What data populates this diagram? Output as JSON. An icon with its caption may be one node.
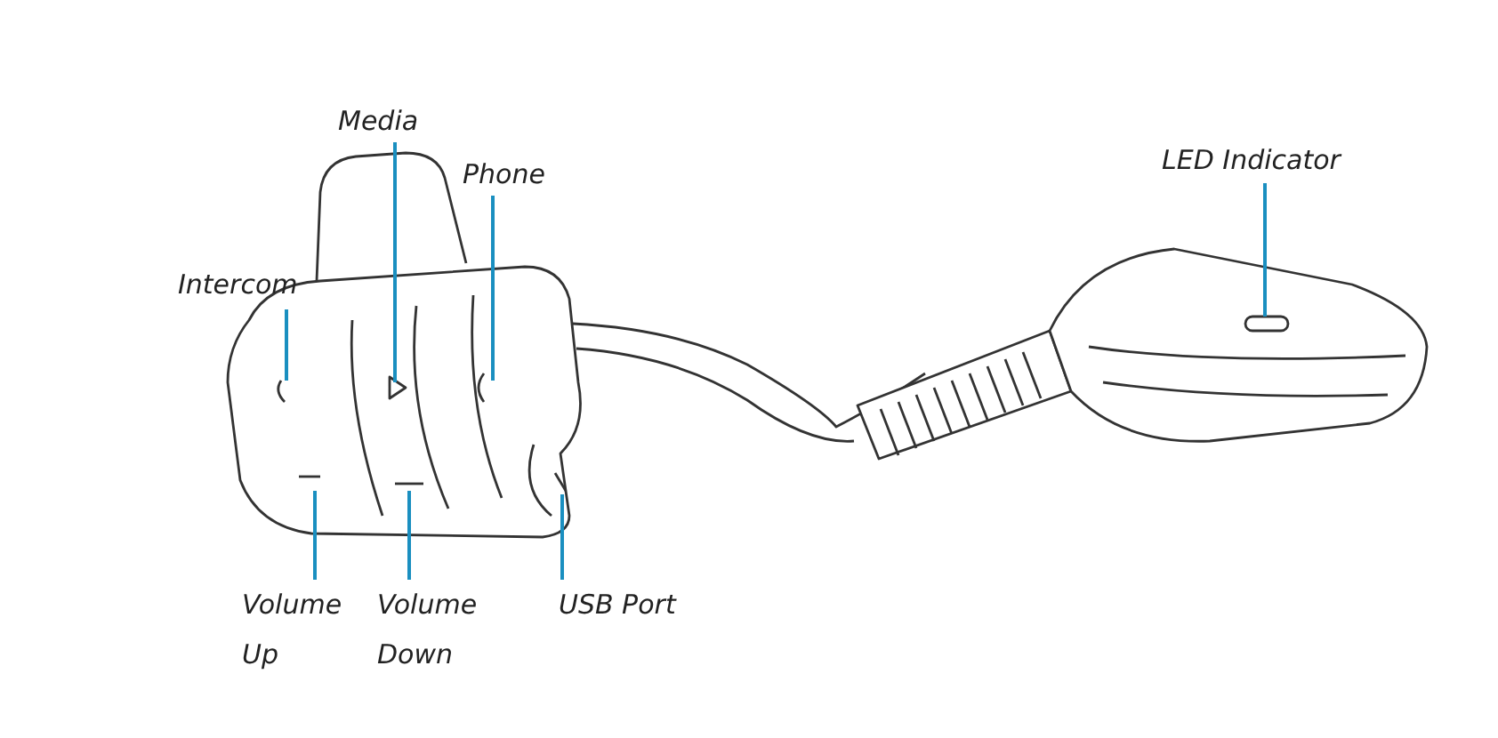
{
  "diagram": {
    "nodes": [
      {
        "text": [
          "Media"
        ]
      },
      {
        "text": [
          "LED Indicator"
        ]
      },
      {
        "text": [
          "Phone"
        ]
      },
      {
        "text": [
          "Intercom"
        ]
      },
      {
        "text": [
          "Volume Up"
        ]
      },
      {
        "text": [
          "Volume Down"
        ]
      },
      {
        "text": [
          "USB Port"
        ]
      }
    ],
    "edges": [
      {
        "from": 0,
        "to": null,
        "arrow": "none"
      },
      {
        "from": 1,
        "to": null,
        "arrow": "none"
      },
      {
        "from": 2,
        "to": null,
        "arrow": "none"
      },
      {
        "from": 3,
        "to": null,
        "arrow": "none"
      },
      {
        "from": 4,
        "to": null,
        "arrow": "none"
      },
      {
        "from": 5,
        "to": null,
        "arrow": "none"
      },
      {
        "from": 6,
        "to": null,
        "arrow": "none"
      }
    ]
  }
}
